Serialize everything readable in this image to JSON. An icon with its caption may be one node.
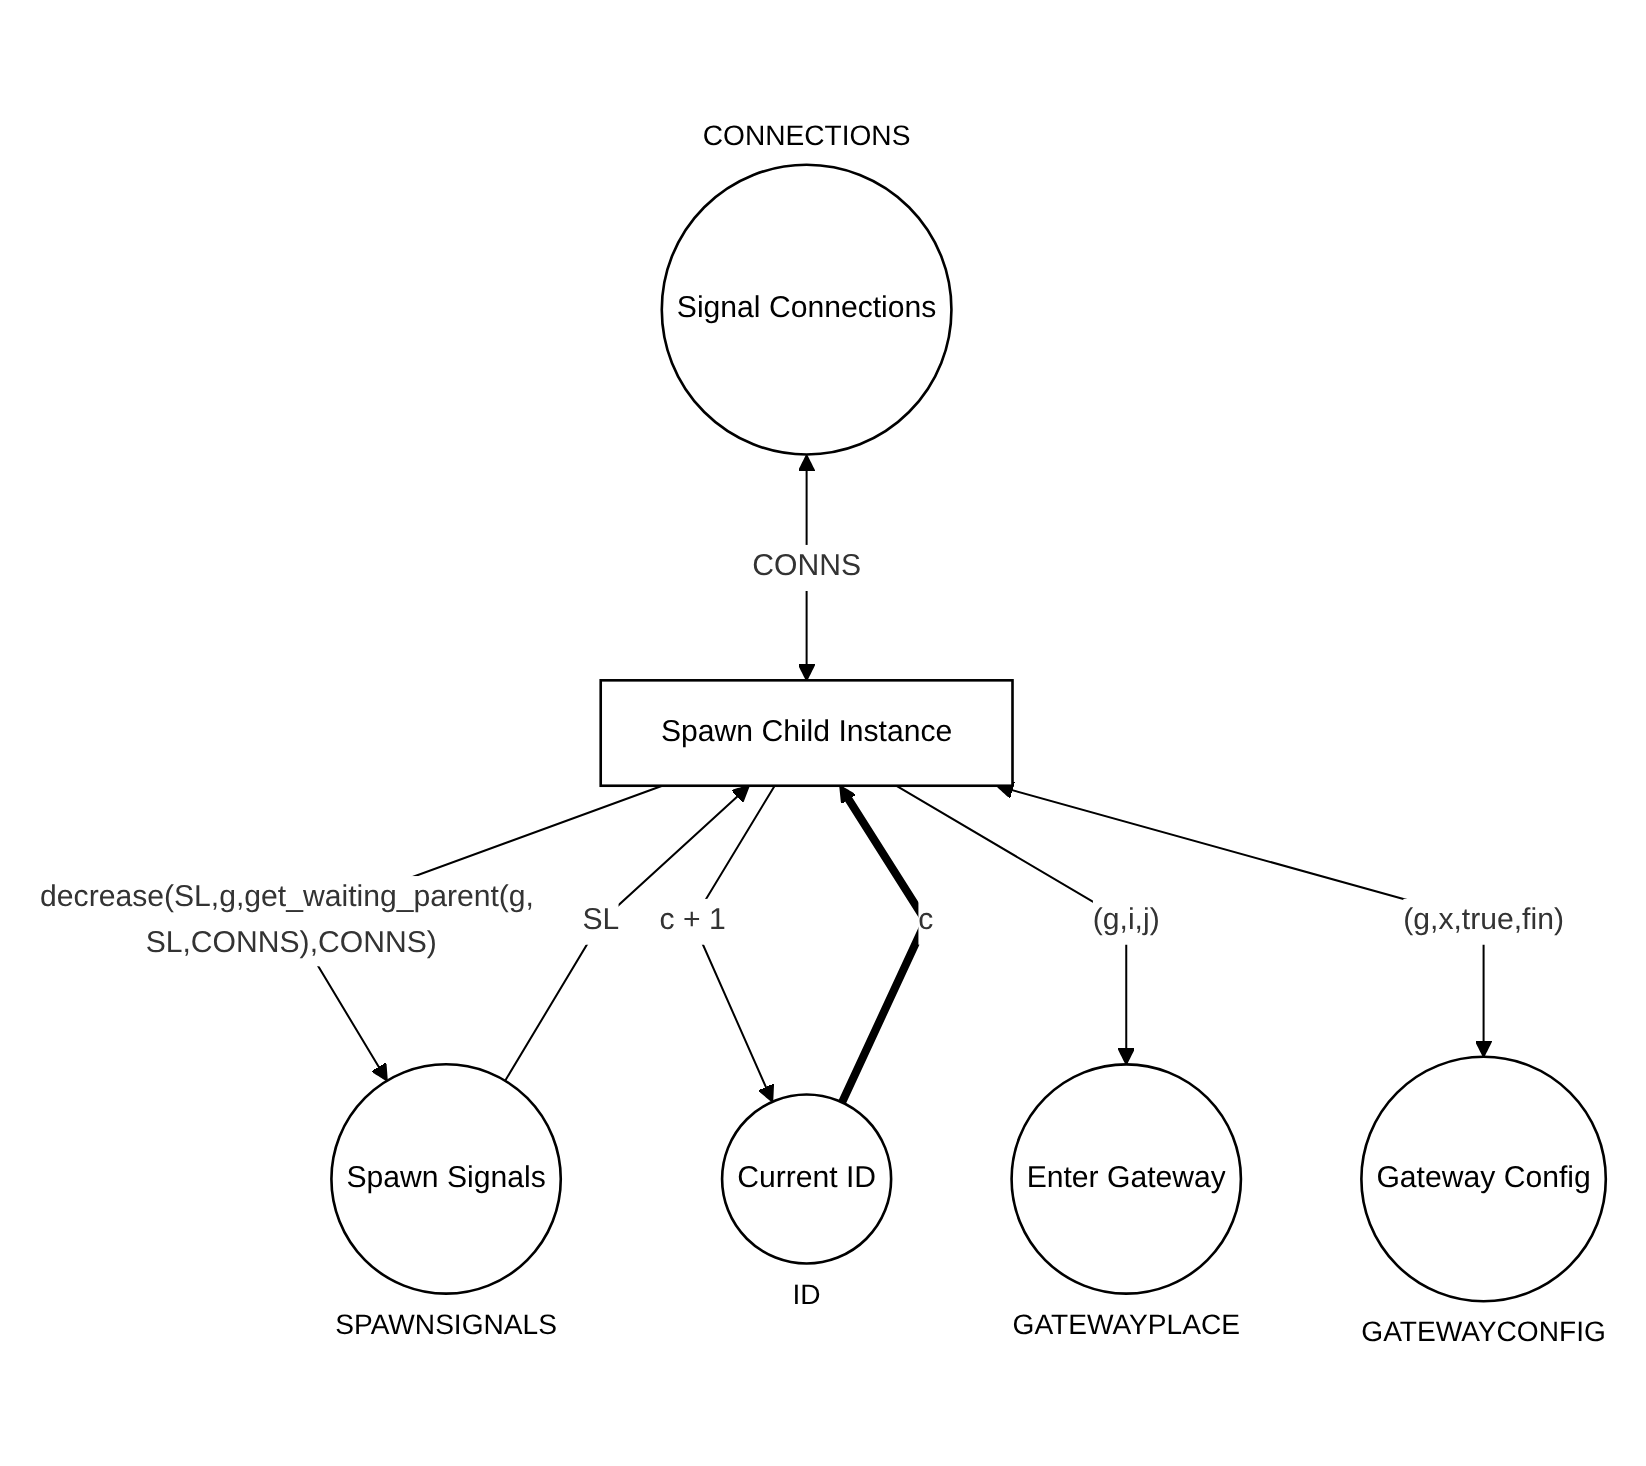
{
  "diagram": {
    "nodes": [
      {
        "text": [
          "Signal Connections"
        ],
        "beside": [
          "CONNECTIONS"
        ]
      },
      {
        "text": [
          "Spawn Signals"
        ],
        "beside": [
          "SPAWNSIGNALS"
        ]
      },
      {
        "text": [
          "Current ID"
        ],
        "beside": [
          "ID"
        ]
      },
      {
        "text": [
          "Spawn Child Instance"
        ]
      },
      {
        "text": [
          "Enter Gateway"
        ],
        "beside": [
          "GATEWAYPLACE"
        ]
      },
      {
        "text": [
          "Gateway Config"
        ],
        "beside": [
          "GATEWAYCONFIG"
        ]
      }
    ],
    "edges": [
      {
        "from": 0,
        "to": 3,
        "arrow": "both",
        "label": "CONNS"
      },
      {
        "from": 1,
        "to": 3,
        "arrow": "to",
        "label": "SL"
      },
      {
        "from": 3,
        "to": 1,
        "arrow": "to",
        "label": "decrease(SL,g,get_waiting_parent(g, SL,CONNS),CONNS)"
      },
      {
        "from": 2,
        "to": 3,
        "arrow": "to",
        "label": "c",
        "style": "thick"
      },
      {
        "from": 3,
        "to": 2,
        "arrow": "to",
        "label": "c + 1"
      },
      {
        "from": 3,
        "to": 4,
        "arrow": "to",
        "label": "(g,i,j)"
      },
      {
        "from": 3,
        "to": 5,
        "arrow": "both",
        "label": "(g,x,true,fin)"
      }
    ]
  }
}
